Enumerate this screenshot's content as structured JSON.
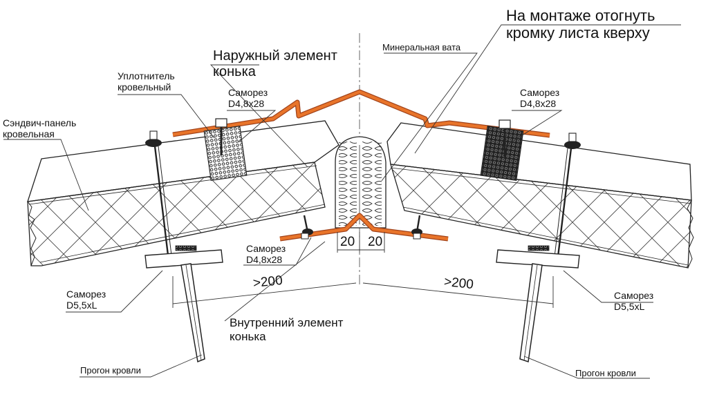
{
  "labels": {
    "bend_note": [
      "На монтаже отогнуть",
      "кромку листа кверху"
    ],
    "outer_ridge": [
      "Наружный элемент",
      "конька"
    ],
    "mineral_wool": "Минеральная вата",
    "sealant": [
      "Уплотнитель",
      "кровельный"
    ],
    "screw_top_left": [
      "Саморез",
      "D4,8x28"
    ],
    "screw_top_right": [
      "Саморез",
      "D4,8x28"
    ],
    "sandwich_panel": [
      "Сэндвич-панель",
      "кровельная"
    ],
    "screw_inner": [
      "Саморез",
      "D4,8x28"
    ],
    "screw_bottom_left": [
      "Саморез",
      "D5,5xL"
    ],
    "screw_bottom_right": [
      "Саморез",
      "D5,5xL"
    ],
    "inner_ridge": [
      "Внутренний элемент",
      "конька"
    ],
    "purlin_left": "Прогон кровли",
    "purlin_right": "Прогон кровли"
  },
  "dimensions": {
    "gap_left": "20",
    "gap_right": "20",
    "overlap_left": ">200",
    "overlap_right": ">200"
  },
  "colors": {
    "ridge_element": "#e8742a",
    "ridge_outline": "#a0421a",
    "line": "#222222"
  }
}
